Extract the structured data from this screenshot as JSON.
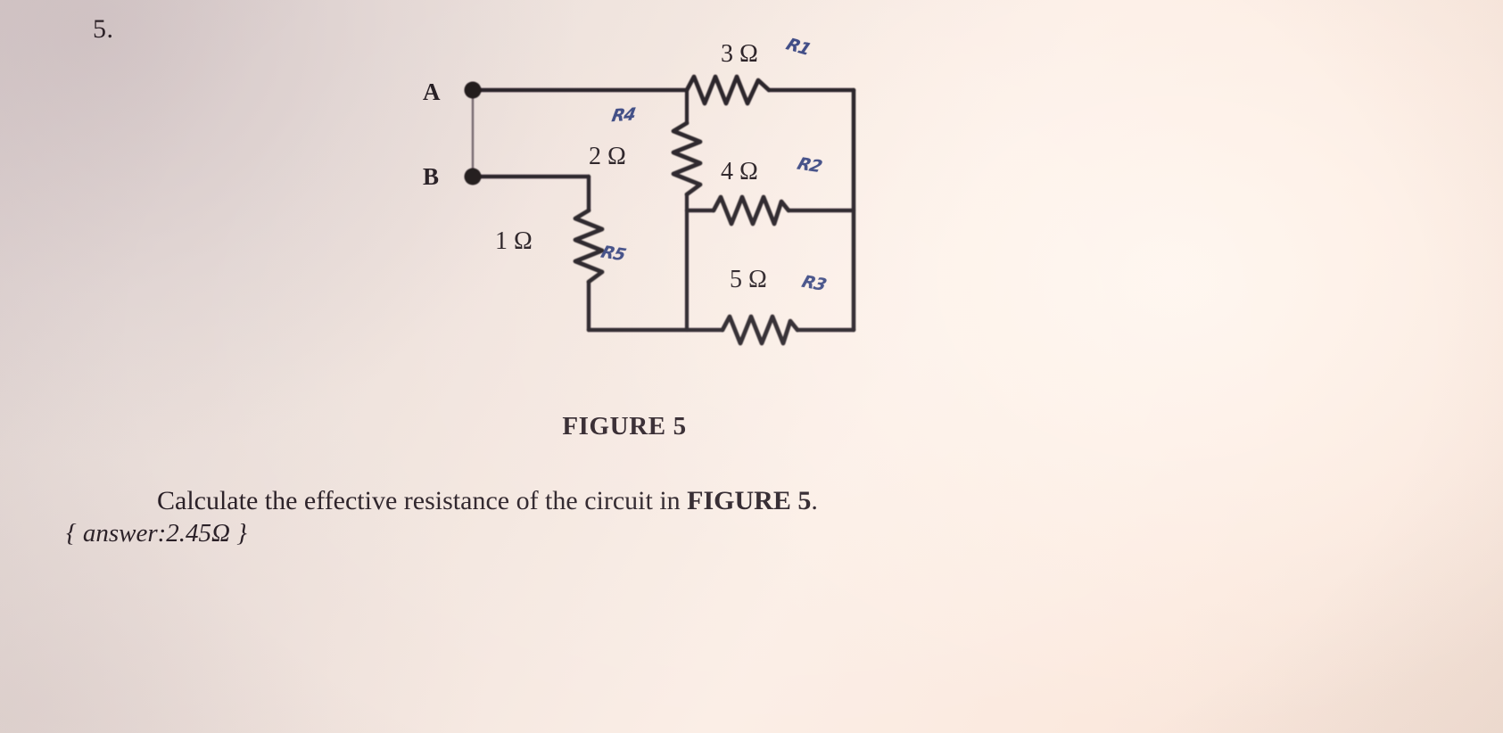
{
  "page": {
    "question_number": "5.",
    "background_color": "#f3e6df",
    "ink_color": "#241b20",
    "pen_color": "#2b3a7a"
  },
  "figure": {
    "caption": "FIGURE 5",
    "terminals": [
      {
        "name": "A",
        "label": "A"
      },
      {
        "name": "B",
        "label": "B"
      }
    ],
    "resistors": [
      {
        "id": "R1",
        "value": "3 Ω",
        "pen_label": "R1",
        "orientation": "horizontal",
        "position": "top-right"
      },
      {
        "id": "R2",
        "value": "4 Ω",
        "pen_label": "R2",
        "orientation": "horizontal",
        "position": "middle-right"
      },
      {
        "id": "R3",
        "value": "5 Ω",
        "pen_label": "R3",
        "orientation": "horizontal",
        "position": "bottom-right"
      },
      {
        "id": "R4",
        "value": "2 Ω",
        "pen_label": "R4",
        "orientation": "vertical",
        "position": "center"
      },
      {
        "id": "R5",
        "value": "1 Ω",
        "pen_label": "R5",
        "orientation": "vertical",
        "position": "left-lower"
      }
    ]
  },
  "question": {
    "lead": "Calculate the effective resistance of the circuit in ",
    "figure_ref": "FIGURE 5",
    "trail": ".",
    "answer": "{ answer:2.45Ω }"
  }
}
